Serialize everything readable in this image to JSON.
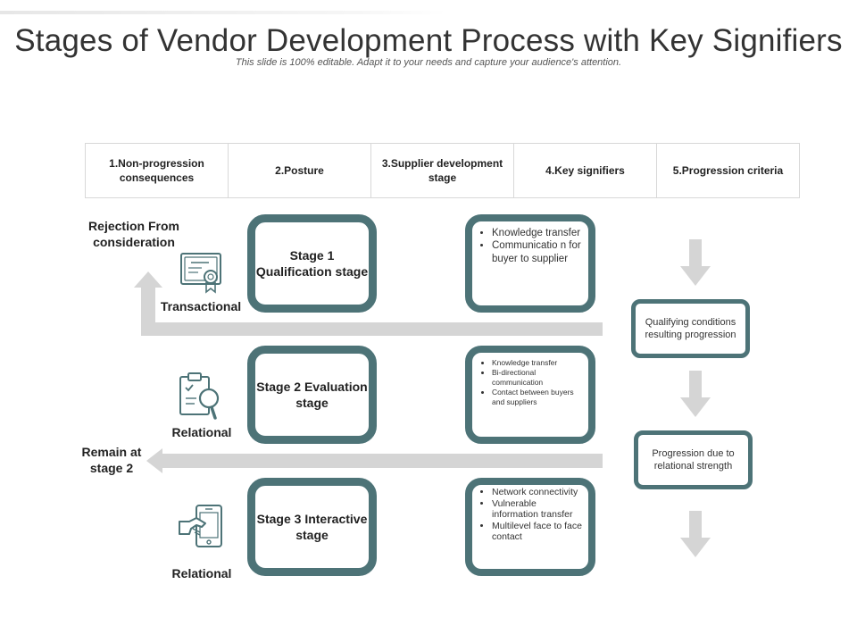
{
  "title": "Stages of Vendor Development Process with Key Signifiers",
  "subtitle": "This slide is 100% editable. Adapt it to your needs and capture your audience's attention.",
  "columns": [
    "1.Non-progression consequences",
    "2.Posture",
    "3.Supplier development stage",
    "4.Key signifiers",
    "5.Progression criteria"
  ],
  "consequences": {
    "rejection": "Rejection From consideration",
    "remain": "Remain at stage 2"
  },
  "postures": {
    "p1": "Transactional",
    "p2": "Relational",
    "p3": "Relational"
  },
  "stages": {
    "s1": "Stage 1 Qualification stage",
    "s2": "Stage 2 Evaluation stage",
    "s3": "Stage 3 Interactive stage"
  },
  "signifiers": {
    "s1": [
      "Knowledge transfer",
      "Communicatio n for buyer to supplier"
    ],
    "s2": [
      "Knowledge transfer",
      "Bi-directional communication",
      "Contact between buyers and suppliers"
    ],
    "s3": [
      "Network connectivity",
      "Vulnerable information transfer",
      "Multilevel face to face contact"
    ]
  },
  "criteria": {
    "c1": "Qualifying conditions resulting progression",
    "c2": "Progression due to relational strength"
  },
  "icons": {
    "stage1": "certificate-icon",
    "stage2": "clipboard-search-icon",
    "stage3": "mobile-handshake-icon"
  },
  "colors": {
    "accent": "#4d7377",
    "arrow": "#d5d5d5"
  }
}
